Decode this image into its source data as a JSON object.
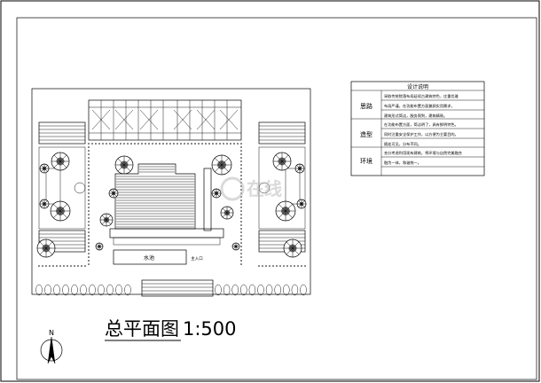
{
  "drawing": {
    "title": "总平面图",
    "scale": "1:500",
    "north_label": "N",
    "water_label": "水池",
    "entrance_label": "主入口",
    "watermark": "在线"
  },
  "notes": {
    "heading": "设计说明",
    "rows": [
      {
        "label": "思路",
        "lines": [
          "采取传统院落布局延续古建筑特色，庄重优雅",
          "布局严谨，在功能布置方面兼顾实用需求，",
          "建筑形式简洁，服务周到，建筑精致。"
        ]
      },
      {
        "label": "造型",
        "lines": [
          "在功能布置方面，简洁明了，具有鲜明特色。",
          "同时注重安全保护工作，以方便为主要目的。",
          "随处可见，分布不同。"
        ]
      },
      {
        "label": "环境",
        "lines": [
          "充分考虑利用现有建筑，将环境与自然完美融合",
          "融为一体，和谐统一。"
        ]
      }
    ]
  },
  "colors": {
    "ink": "#000000",
    "paper": "#ffffff",
    "watermark": "#c8c8c8"
  }
}
